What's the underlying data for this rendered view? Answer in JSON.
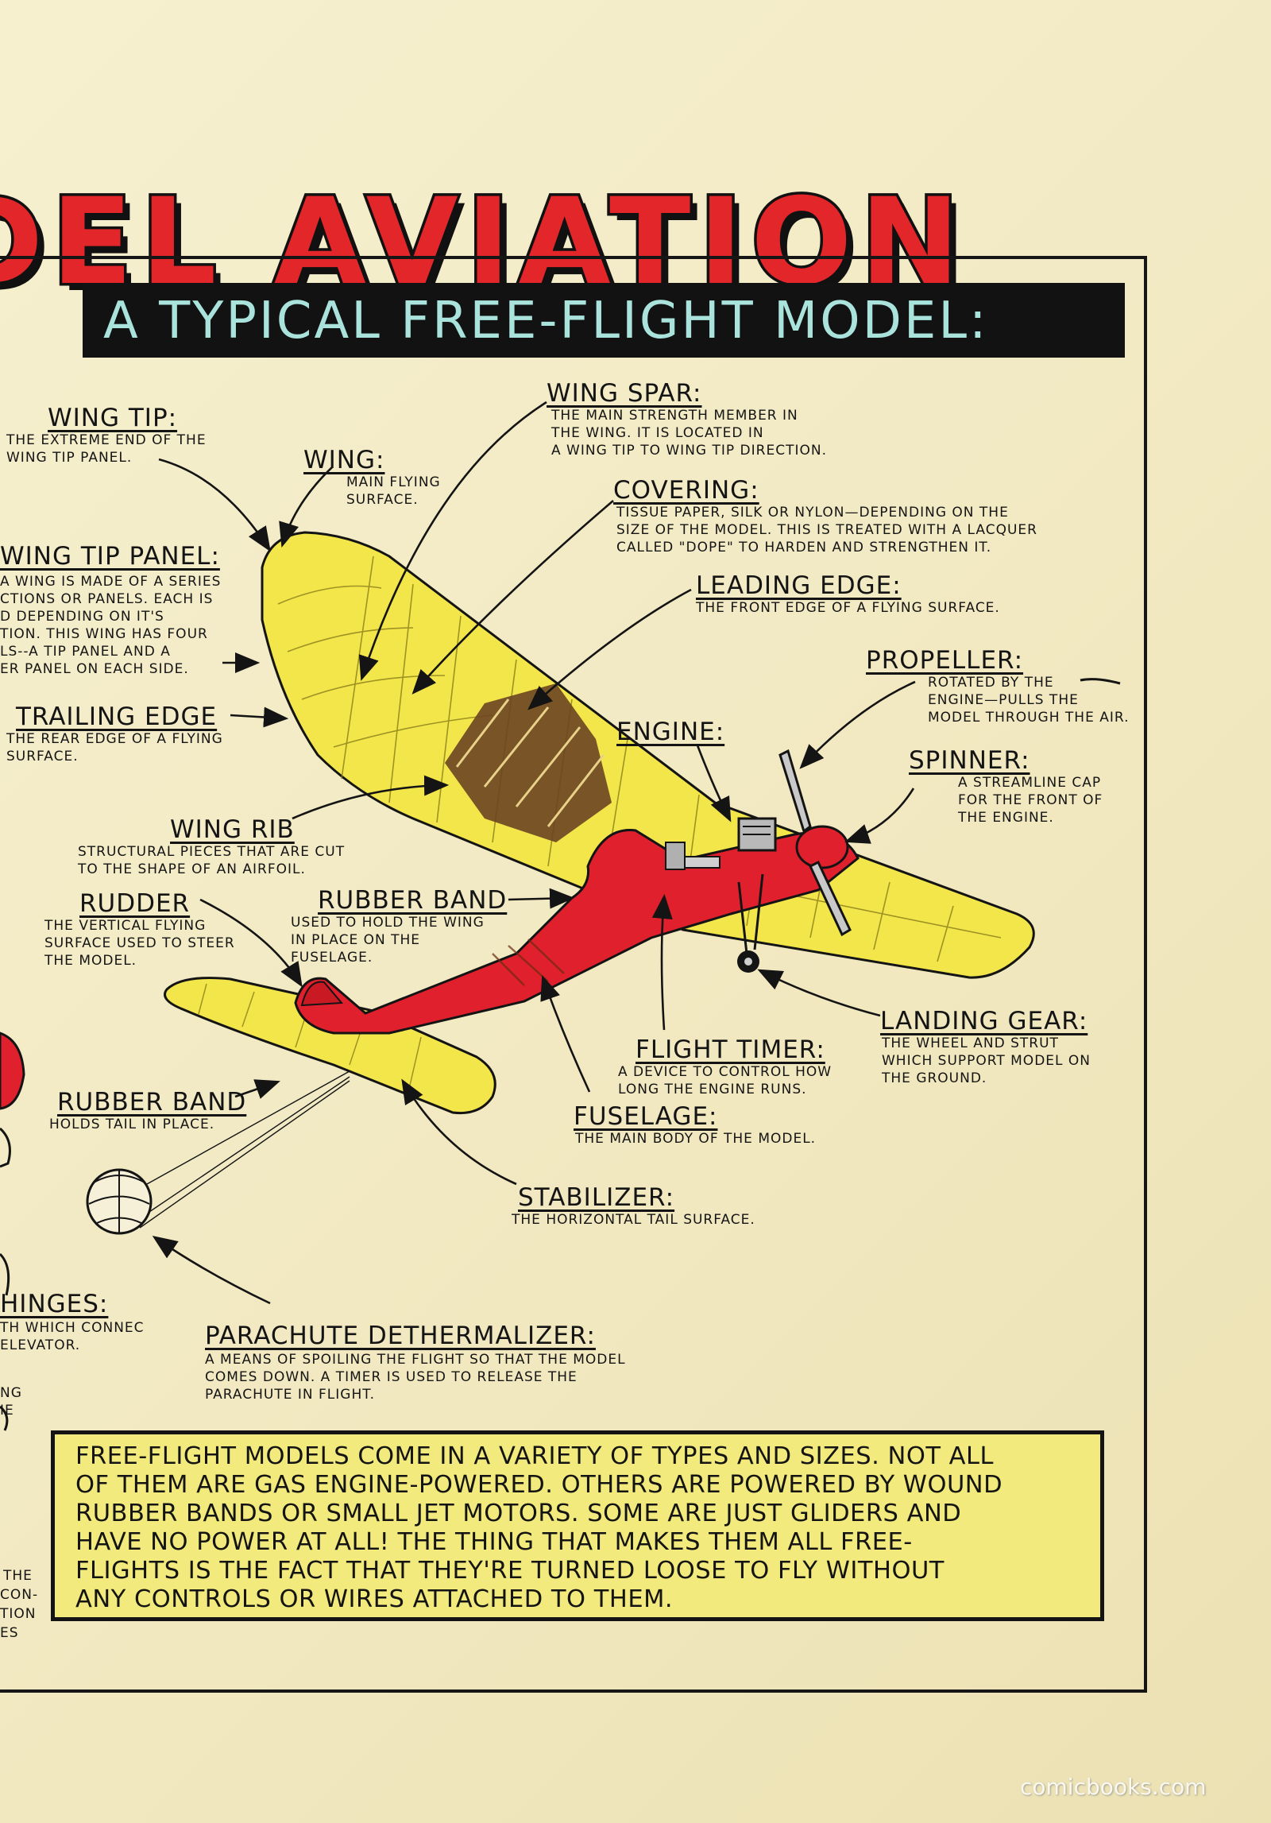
{
  "page": {
    "banner_title": "DEL AVIATION",
    "headline": "A TYPICAL  FREE-FLIGHT MODEL:",
    "watermark": "comicbooks.com"
  },
  "labels": {
    "wing_tip": {
      "title": "WING TIP:",
      "desc": [
        "THE EXTREME END OF THE",
        "WING TIP PANEL."
      ]
    },
    "wing": {
      "title": "WING:",
      "desc": [
        "MAIN FLYING",
        "SURFACE."
      ]
    },
    "wing_spar": {
      "title": "WING SPAR:",
      "desc": [
        "THE MAIN STRENGTH MEMBER IN",
        "THE WING.  IT IS LOCATED IN",
        "A WING TIP TO WING TIP DIRECTION."
      ]
    },
    "covering": {
      "title": "COVERING:",
      "desc": [
        "TISSUE PAPER, SILK OR NYLON—DEPENDING ON THE",
        "SIZE OF THE MODEL. THIS IS TREATED WITH A LACQUER",
        "CALLED \"DOPE\" TO HARDEN AND STRENGTHEN IT."
      ]
    },
    "wing_tip_panel": {
      "title": "WING TIP PANEL:",
      "desc": [
        "A WING IS MADE OF A SERIES",
        "CTIONS OR PANELS. EACH IS",
        "D DEPENDING ON IT'S",
        "TION. THIS WING HAS FOUR",
        "LS--A TIP PANEL AND A",
        "ER PANEL ON EACH SIDE."
      ]
    },
    "leading_edge": {
      "title": "LEADING EDGE:",
      "desc": [
        "THE FRONT EDGE OF A FLYING SURFACE."
      ]
    },
    "propeller": {
      "title": "PROPELLER:",
      "desc": [
        "ROTATED BY THE",
        "ENGINE—PULLS THE",
        "MODEL THROUGH THE AIR."
      ]
    },
    "trailing_edge": {
      "title": "TRAILING EDGE",
      "desc": [
        "THE REAR EDGE OF A FLYING",
        "SURFACE."
      ]
    },
    "engine": {
      "title": "ENGINE:",
      "desc": []
    },
    "spinner": {
      "title": "SPINNER:",
      "desc": [
        "A STREAMLINE CAP",
        "FOR THE FRONT OF",
        "THE ENGINE."
      ]
    },
    "wing_rib": {
      "title": "WING RIB",
      "desc": [
        "STRUCTURAL PIECES THAT ARE CUT",
        "TO THE SHAPE OF AN AIRFOIL."
      ]
    },
    "rudder": {
      "title": "RUDDER",
      "desc": [
        "THE VERTICAL FLYING",
        "SURFACE USED TO STEER",
        "THE MODEL."
      ]
    },
    "rubber_band_wing": {
      "title": "RUBBER BAND",
      "desc": [
        "USED TO HOLD THE WING",
        "IN PLACE ON THE",
        "FUSELAGE."
      ]
    },
    "landing_gear": {
      "title": "LANDING GEAR:",
      "desc": [
        "THE WHEEL AND STRUT",
        "WHICH SUPPORT MODEL ON",
        "THE GROUND."
      ]
    },
    "flight_timer": {
      "title": "FLIGHT TIMER:",
      "desc": [
        "A DEVICE TO CONTROL HOW",
        "LONG THE ENGINE RUNS."
      ]
    },
    "rubber_band_tail": {
      "title": "RUBBER BAND",
      "desc": [
        "HOLDS TAIL IN PLACE."
      ]
    },
    "fuselage": {
      "title": "FUSELAGE:",
      "desc": [
        "THE MAIN BODY OF THE MODEL."
      ]
    },
    "stabilizer": {
      "title": "STABILIZER:",
      "desc": [
        "THE HORIZONTAL TAIL SURFACE."
      ]
    },
    "hinges": {
      "title": "HINGES:",
      "desc": [
        "TH WHICH CONNEC",
        "ELEVATOR."
      ]
    },
    "parachute": {
      "title": "PARACHUTE  DETHERMALIZER:",
      "desc": [
        "A MEANS OF SPOILING THE FLIGHT SO THAT THE MODEL",
        "COMES DOWN. A TIMER IS USED TO RELEASE THE",
        "PARACHUTE IN FLIGHT."
      ]
    },
    "left_fragments": {
      "lines": [
        "NG",
        "IE",
        "THE",
        "CON-",
        "TION",
        "ES"
      ]
    }
  },
  "note_box": {
    "lines": [
      "FREE-FLIGHT MODELS COME IN A VARIETY OF TYPES AND SIZES. NOT ALL",
      "OF THEM ARE GAS ENGINE-POWERED.  OTHERS ARE POWERED BY WOUND",
      "RUBBER BANDS OR SMALL JET MOTORS.  SOME ARE JUST GLIDERS AND",
      "HAVE NO POWER AT ALL!  THE THING THAT MAKES THEM ALL FREE-",
      "FLIGHTS IS THE FACT THAT THEY'RE  TURNED LOOSE TO FLY WITHOUT",
      "ANY CONTROLS OR WIRES ATTACHED  TO THEM."
    ]
  },
  "colors": {
    "paper": "#f3ecc6",
    "banner_red": "#e2262a",
    "wing_yellow": "#f2e64a",
    "fuselage_red": "#e0202c",
    "headline_text": "#a9e3dc",
    "ink": "#141414",
    "note_yellow": "#f2ea7c"
  }
}
